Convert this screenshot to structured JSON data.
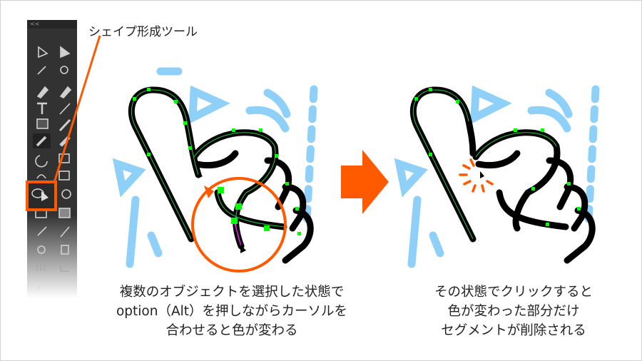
{
  "toolbar": {
    "collapse_label": "<<",
    "highlighted_tool": "shape-builder-tool"
  },
  "callout_label": "シェイプ形成ツール",
  "captions": {
    "left": [
      "複数のオブジェクトを選択した状態で",
      "option（Alt）を押しながらカーソルを",
      "合わせると色が変わる"
    ],
    "right": [
      "その状態でクリックすると",
      "色が変わった部分だけ",
      "セグメントが削除される"
    ]
  },
  "colors": {
    "accent": "#ff5a00",
    "stroke": "#000000",
    "anchor": "#00ff00",
    "background_shapes": "#8fd0f8",
    "highlight_segment": "#ff00ff"
  }
}
